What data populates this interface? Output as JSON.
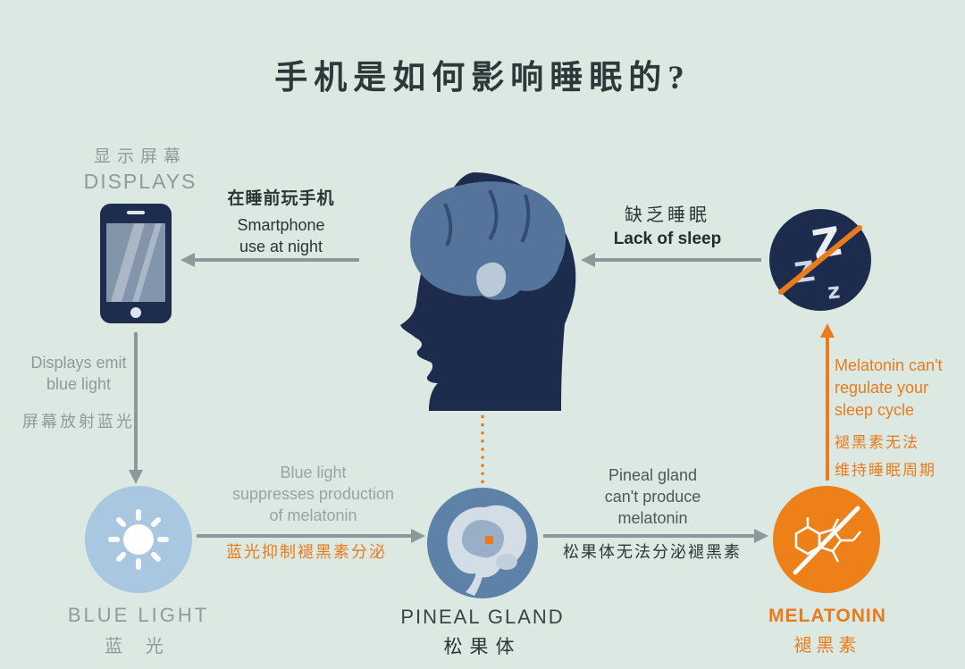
{
  "title": "手机是如何影响睡眠的?",
  "colors": {
    "background": "#dce8e2",
    "navy": "#1d2c4d",
    "steel_blue": "#5d81a7",
    "light_blue": "#aac7e1",
    "orange": "#e87c1c",
    "grey_text": "#8d9b9b",
    "dark_text": "#2c3535"
  },
  "displays": {
    "zh": "显示屏幕",
    "en": "DISPLAYS"
  },
  "smartphone_use": {
    "zh": "在睡前玩手机",
    "en1": "Smartphone",
    "en2": "use at night"
  },
  "lack_of_sleep": {
    "zh": "缺乏睡眠",
    "en": "Lack of sleep"
  },
  "displays_emit": {
    "en1": "Displays emit",
    "en2": "blue light",
    "zh": "屏幕放射蓝光"
  },
  "blue_light": {
    "en": "BLUE LIGHT",
    "zh": "蓝 光"
  },
  "suppression": {
    "en1": "Blue light",
    "en2": "suppresses production",
    "en3": "of melatonin",
    "zh": "蓝光抑制褪黑素分泌"
  },
  "pineal": {
    "en": "PINEAL GLAND",
    "zh": "松果体"
  },
  "cant_produce": {
    "en1": "Pineal gland",
    "en2": "can't produce",
    "en3": "melatonin",
    "zh": "松果体无法分泌褪黑素"
  },
  "melatonin": {
    "en": "MELATONIN",
    "zh": "褪黑素"
  },
  "cant_regulate": {
    "en1": "Melatonin can't",
    "en2": "regulate your",
    "en3": "sleep cycle",
    "zh1": "褪黑素无法",
    "zh2": "维持睡眠周期"
  },
  "icons": {
    "z_large": "Z",
    "z_medium": "Z",
    "z_small": "z"
  }
}
